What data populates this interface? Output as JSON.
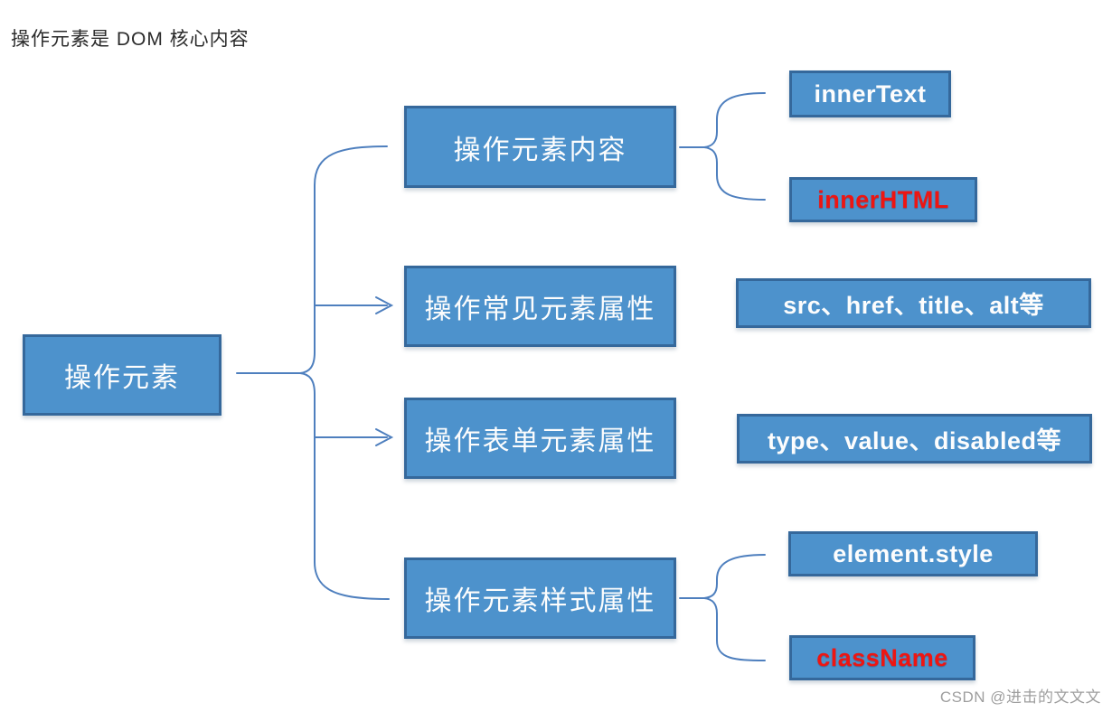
{
  "title": "操作元素是 DOM 核心内容",
  "watermark": "CSDN @进击的文文文",
  "colors": {
    "box_fill": "#4d92cc",
    "box_border": "#35689b",
    "box_text": "#fdfdfd",
    "emphasis_text": "#ee1512",
    "connector": "#4e7fbe",
    "title_text": "#2b2b2b",
    "watermark_text": "#9e9e9e"
  },
  "diagram": {
    "root_label": "操作元素",
    "branches": [
      {
        "label": "操作元素内容",
        "children": [
          {
            "label": "innerText",
            "text_color": "white"
          },
          {
            "label": "innerHTML",
            "text_color": "red"
          }
        ]
      },
      {
        "label": "操作常见元素属性",
        "children": [
          {
            "label": "src、href、title、alt等",
            "text_color": "white"
          }
        ]
      },
      {
        "label": "操作表单元素属性",
        "children": [
          {
            "label": "type、value、disabled等",
            "text_color": "white"
          }
        ]
      },
      {
        "label": "操作元素样式属性",
        "children": [
          {
            "label": "element.style",
            "text_color": "white"
          },
          {
            "label": "className",
            "text_color": "red"
          }
        ]
      }
    ]
  }
}
